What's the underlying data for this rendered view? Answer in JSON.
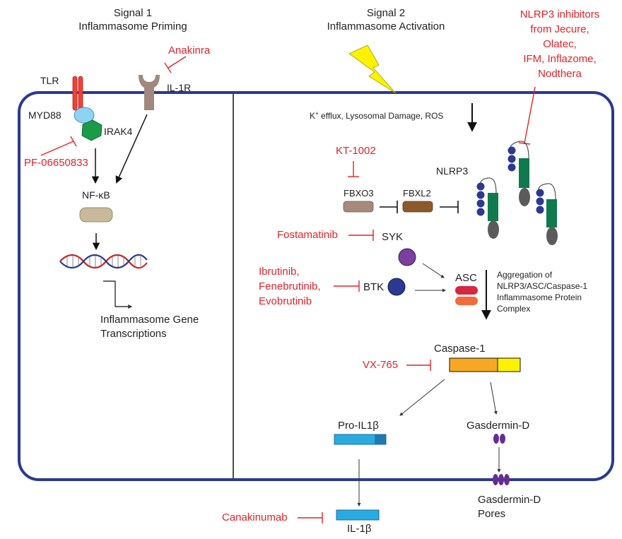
{
  "signal1": {
    "line1": "Signal 1",
    "line2": "Inflammasome Priming"
  },
  "signal2": {
    "line1": "Signal 2",
    "line2": "Inflammasome Activation"
  },
  "nlrp3_inhibitors": [
    "NLRP3 inhibitors",
    "from Jecure,",
    "Olatec,",
    "IFM, Inflazome,",
    "Nodthera"
  ],
  "labels": {
    "anakinra": "Anakinra",
    "tlr": "TLR",
    "il1r": "IL-1R",
    "myd88": "MYD88",
    "irak4": "IRAK4",
    "pf": "PF-06650833",
    "nfkb": "NF-κB",
    "gene_line1": "Inflammasome Gene",
    "gene_line2": "Transcriptions",
    "k_sup": "K",
    "k_plus": "+",
    "k_rest": " efflux, Lysosomal Damage, ROS",
    "kt1002": "KT-1002",
    "fbxo3": "FBXO3",
    "fbxl2": "FBXL2",
    "nlrp3": "NLRP3",
    "fostamatinib": "Fostamatinib",
    "syk": "SYK",
    "btk_inhibitors": [
      "Ibrutinib,",
      "Fenebrutinib,",
      "Evobrutinib"
    ],
    "btk": "BTK",
    "asc": "ASC",
    "aggregation": [
      "Aggregation of",
      "NLRP3/ASC/Caspase-1",
      "Inflammasome Protein",
      "Complex"
    ],
    "caspase1": "Caspase-1",
    "vx765": "VX-765",
    "pro_il1b": "Pro-IL1β",
    "gasdermin_d": "Gasdermin-D",
    "gasdermin_pores": [
      "Gasdermin-D",
      "Pores"
    ],
    "canakinumab": "Canakinumab",
    "il1b": "IL-1β"
  },
  "colors": {
    "membrane": "#2b3990",
    "inhibitor": "#e2232a",
    "tlr": "#ef4136",
    "myd88": "#8fd3f4",
    "irak4": "#1a9b48",
    "il1r": "#a1887f",
    "nfkb": "#c8b99a",
    "fbxo3": "#a68a7a",
    "fbxl2": "#8b5a2b",
    "nlrp3_bead": "#2b3990",
    "nlrp3_body": "#0f7a4d",
    "nlrp3_tail": "#5b5b5b",
    "syk": "#7b3f9e",
    "btk": "#2b3990",
    "asc_top": "#d7263d",
    "asc_bottom": "#f26b3a",
    "caspase_left": "#f7a823",
    "caspase_right": "#fff200",
    "pro_il1b": "#29abe2",
    "gasdermin": "#662d91",
    "lightning": "#fff200"
  }
}
